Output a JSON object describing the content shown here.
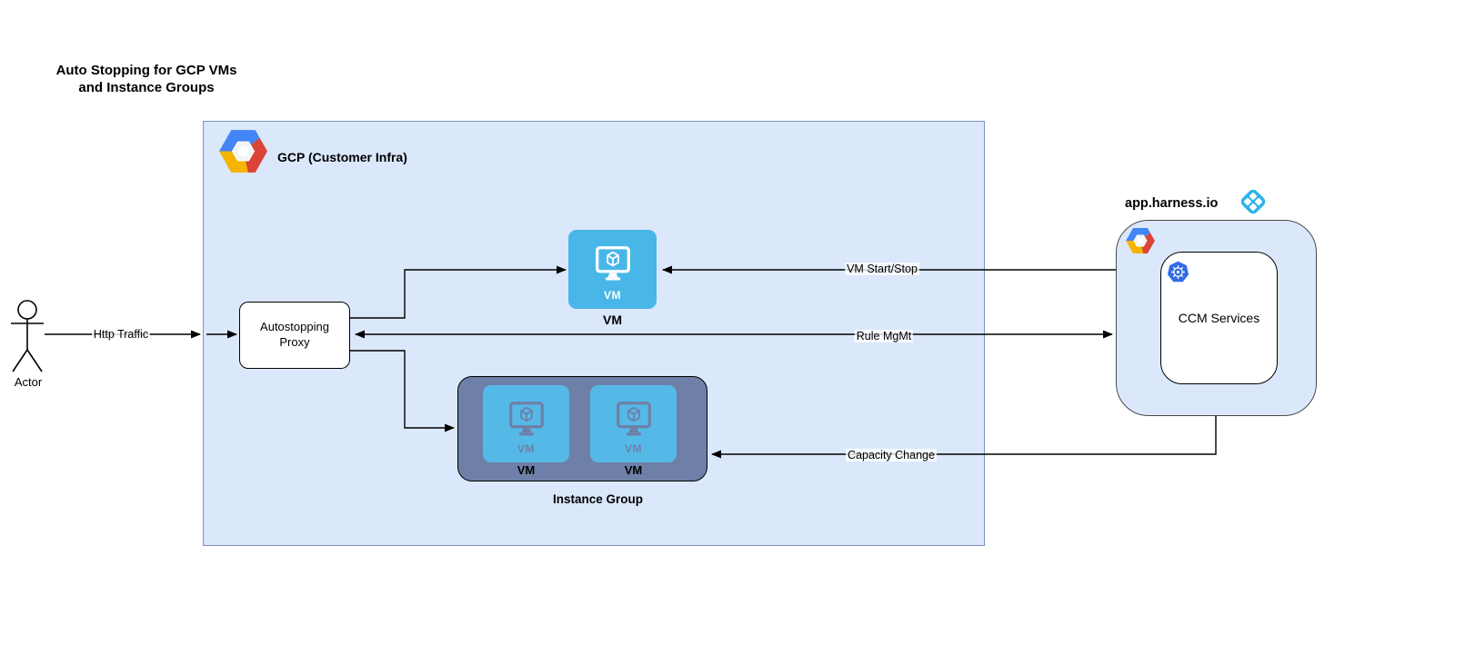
{
  "diagram": {
    "title": "Auto Stopping for GCP VMs and Instance Groups"
  },
  "actor": {
    "label": "Actor"
  },
  "gcp": {
    "label": "GCP (Customer Infra)"
  },
  "proxy": {
    "label": "Autostopping Proxy"
  },
  "vm": {
    "tile_text": "VM",
    "label": "VM"
  },
  "instance_group": {
    "label": "Instance Group",
    "vms": [
      {
        "tile_text": "VM",
        "label": "VM"
      },
      {
        "tile_text": "VM",
        "label": "VM"
      }
    ]
  },
  "harness": {
    "domain": "app.harness.io",
    "ccm_label": "CCM Services"
  },
  "edges": {
    "http_traffic": "Http Traffic",
    "vm_start_stop": "VM Start/Stop",
    "rule_mgmt": "Rule MgMt",
    "capacity_change": "Capacity Change"
  },
  "colors": {
    "container_fill": "#DBE8FB",
    "container_border": "#7E93BD",
    "vm_tile_blue": "#49B6E8",
    "instance_group_fill": "#6E80A8",
    "kubernetes_blue": "#326CE5",
    "harness_cyan": "#2CB3E8",
    "gcp_blue": "#4285F4",
    "gcp_red": "#DB4437",
    "gcp_yellow": "#F4B400",
    "edge_stroke": "#000000"
  }
}
